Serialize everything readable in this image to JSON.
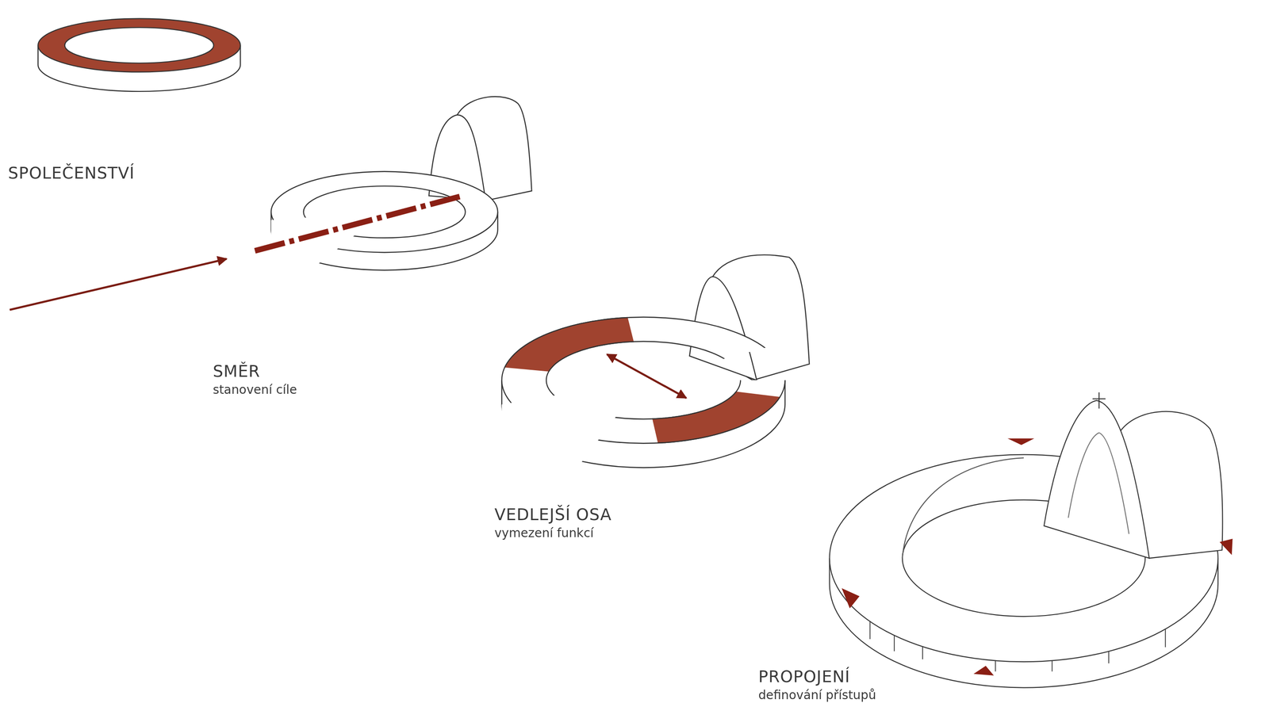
{
  "diagram": {
    "labels": [
      "SPOLEČENSTVÍ",
      "SMĚR",
      "stanovení cíle",
      "VEDLEJŠÍ OSA",
      "vymezení funkcí",
      "PROPOJENÍ",
      "definování přístupů"
    ]
  }
}
